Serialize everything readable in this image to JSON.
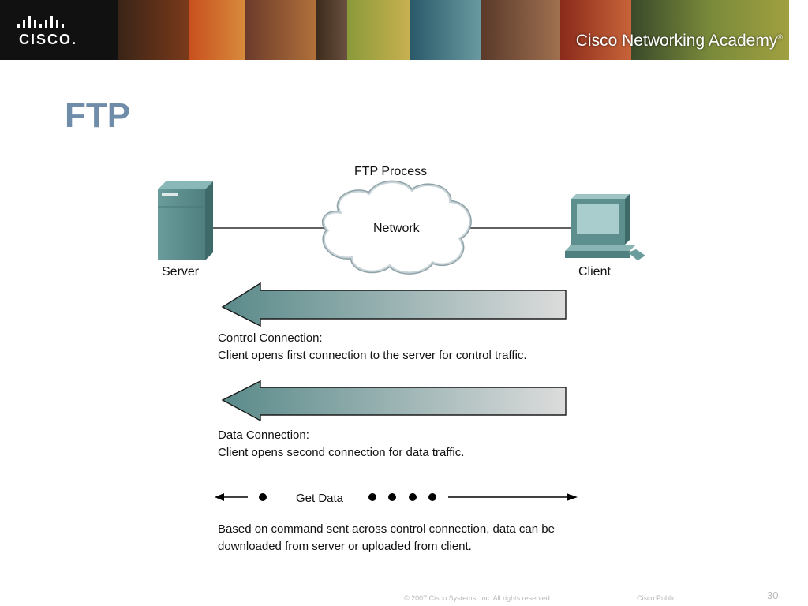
{
  "header": {
    "logo_text": "CISCO.",
    "academy_title": "Cisco Networking Academy",
    "trademark": "®"
  },
  "slide": {
    "title": "FTP"
  },
  "diagram": {
    "process_title": "FTP Process",
    "network_label": "Network",
    "server_label": "Server",
    "client_label": "Client",
    "control_connection": {
      "heading": "Control Connection:",
      "description": "Client opens first connection to the server for control traffic."
    },
    "data_connection": {
      "heading": "Data Connection:",
      "description": "Client opens second connection for data traffic."
    },
    "get_data_label": "Get Data",
    "note_line1": "Based on command sent across control connection, data can be",
    "note_line2": "downloaded from server or uploaded from client.",
    "colors": {
      "arrow_dark": "#5a8a8a",
      "arrow_light": "#dcdcdc",
      "server": "#5e8f8f",
      "cloud_stroke": "#8fa3a8",
      "title_color": "#6f8ca8"
    }
  },
  "footer": {
    "copyright": "© 2007 Cisco Systems, Inc. All rights reserved.",
    "classification": "Cisco Public",
    "page_number": "30"
  }
}
